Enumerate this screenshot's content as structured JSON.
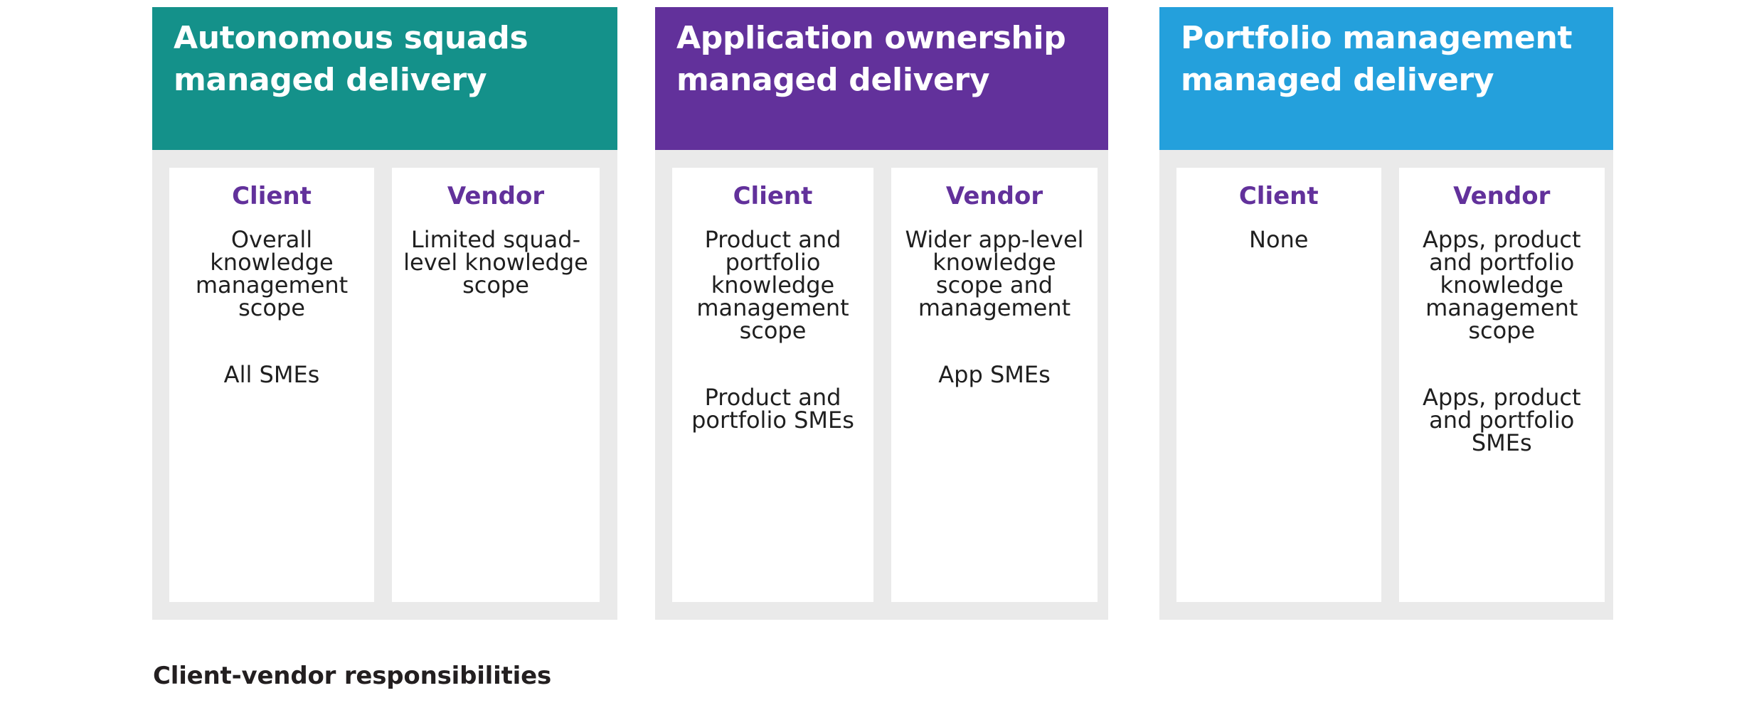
{
  "caption": "Client-vendor responsibilities",
  "colors": {
    "panel_1_header": "#14918A",
    "panel_2_header": "#62319B",
    "panel_3_header": "#24A0DC",
    "panel_body": "#EAEAEA",
    "card_background": "#FFFFFF",
    "card_title": "#62319B",
    "body_text": "#1F1F1F",
    "caption_text": "#231F20"
  },
  "panels": [
    {
      "title_line_1": "Autonomous squads",
      "title_line_2": "managed delivery",
      "columns": [
        {
          "heading": "Client",
          "paragraphs": [
            "Overall knowledge management scope",
            "All SMEs"
          ]
        },
        {
          "heading": "Vendor",
          "paragraphs": [
            "Limited squad-level knowledge scope",
            ""
          ]
        }
      ]
    },
    {
      "title_line_1": "Application ownership",
      "title_line_2": "managed delivery",
      "columns": [
        {
          "heading": "Client",
          "paragraphs": [
            "Product and portfolio knowledge management scope",
            "Product and portfolio SMEs"
          ]
        },
        {
          "heading": "Vendor",
          "paragraphs": [
            "Wider app-level knowledge scope and management",
            "App SMEs"
          ]
        }
      ]
    },
    {
      "title_line_1": "Portfolio management",
      "title_line_2": "managed delivery",
      "columns": [
        {
          "heading": "Client",
          "paragraphs": [
            "None",
            ""
          ]
        },
        {
          "heading": "Vendor",
          "paragraphs": [
            "Apps, product and portfolio knowledge management scope",
            "Apps, product and portfolio SMEs"
          ]
        }
      ]
    }
  ]
}
